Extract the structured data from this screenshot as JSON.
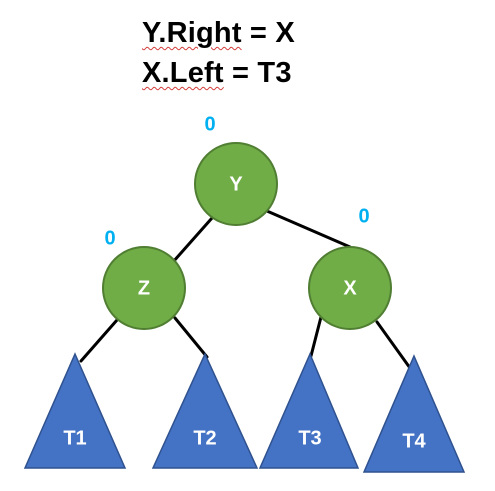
{
  "header": {
    "line1": {
      "word": "Y.Right",
      "rest": " = X"
    },
    "line2": {
      "word": "X.Left",
      "rest": " = T3"
    }
  },
  "nodes": {
    "y": {
      "label": "Y",
      "balance": "0"
    },
    "z": {
      "label": "Z",
      "balance": "0"
    },
    "x": {
      "label": "X",
      "balance": "0"
    }
  },
  "subtrees": {
    "t1": "T1",
    "t2": "T2",
    "t3": "T3",
    "t4": "T4"
  },
  "colors": {
    "node_fill": "#70ad47",
    "node_stroke": "#507e32",
    "triangle_fill": "#4472c4",
    "triangle_stroke": "#2f528f",
    "balance_text": "#00b0f0",
    "edge": "#000000"
  }
}
